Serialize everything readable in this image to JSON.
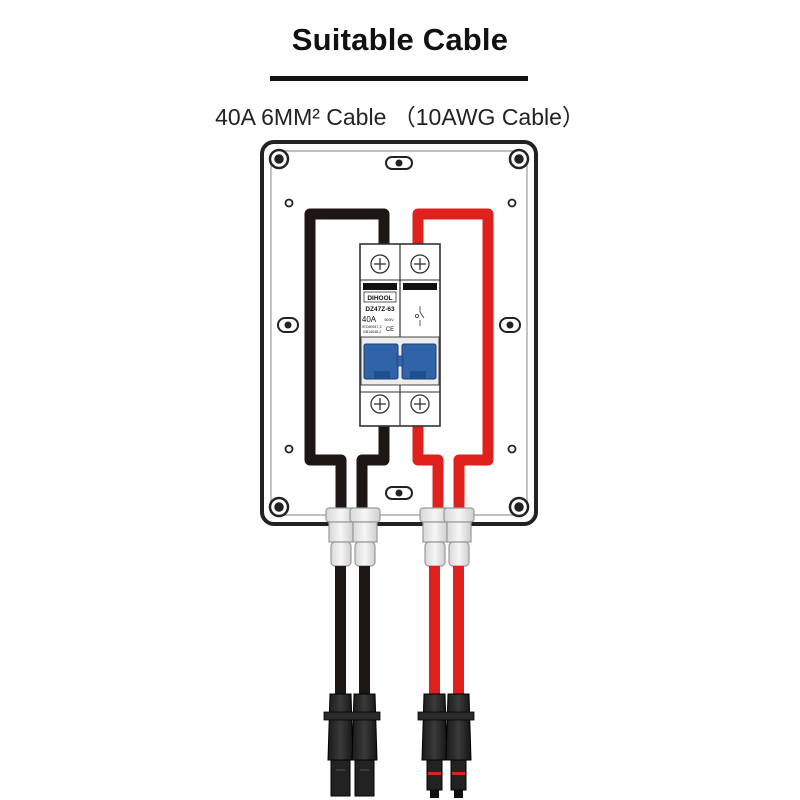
{
  "header": {
    "title": "Suitable Cable",
    "subtitle": "40A 6MM² Cable （10AWG Cable）"
  },
  "breaker": {
    "brand": "DIHOOL",
    "model": "DZ47Z-63",
    "rating": "40A",
    "voltage": "500V",
    "std_1": "IEC60947-2",
    "std_2": "GB14048.2"
  },
  "colors": {
    "negative_cable": "#1e1614",
    "positive_cable": "#e0201c",
    "breaker_handle": "#2f64a8",
    "enclosure_border": "#222222"
  }
}
